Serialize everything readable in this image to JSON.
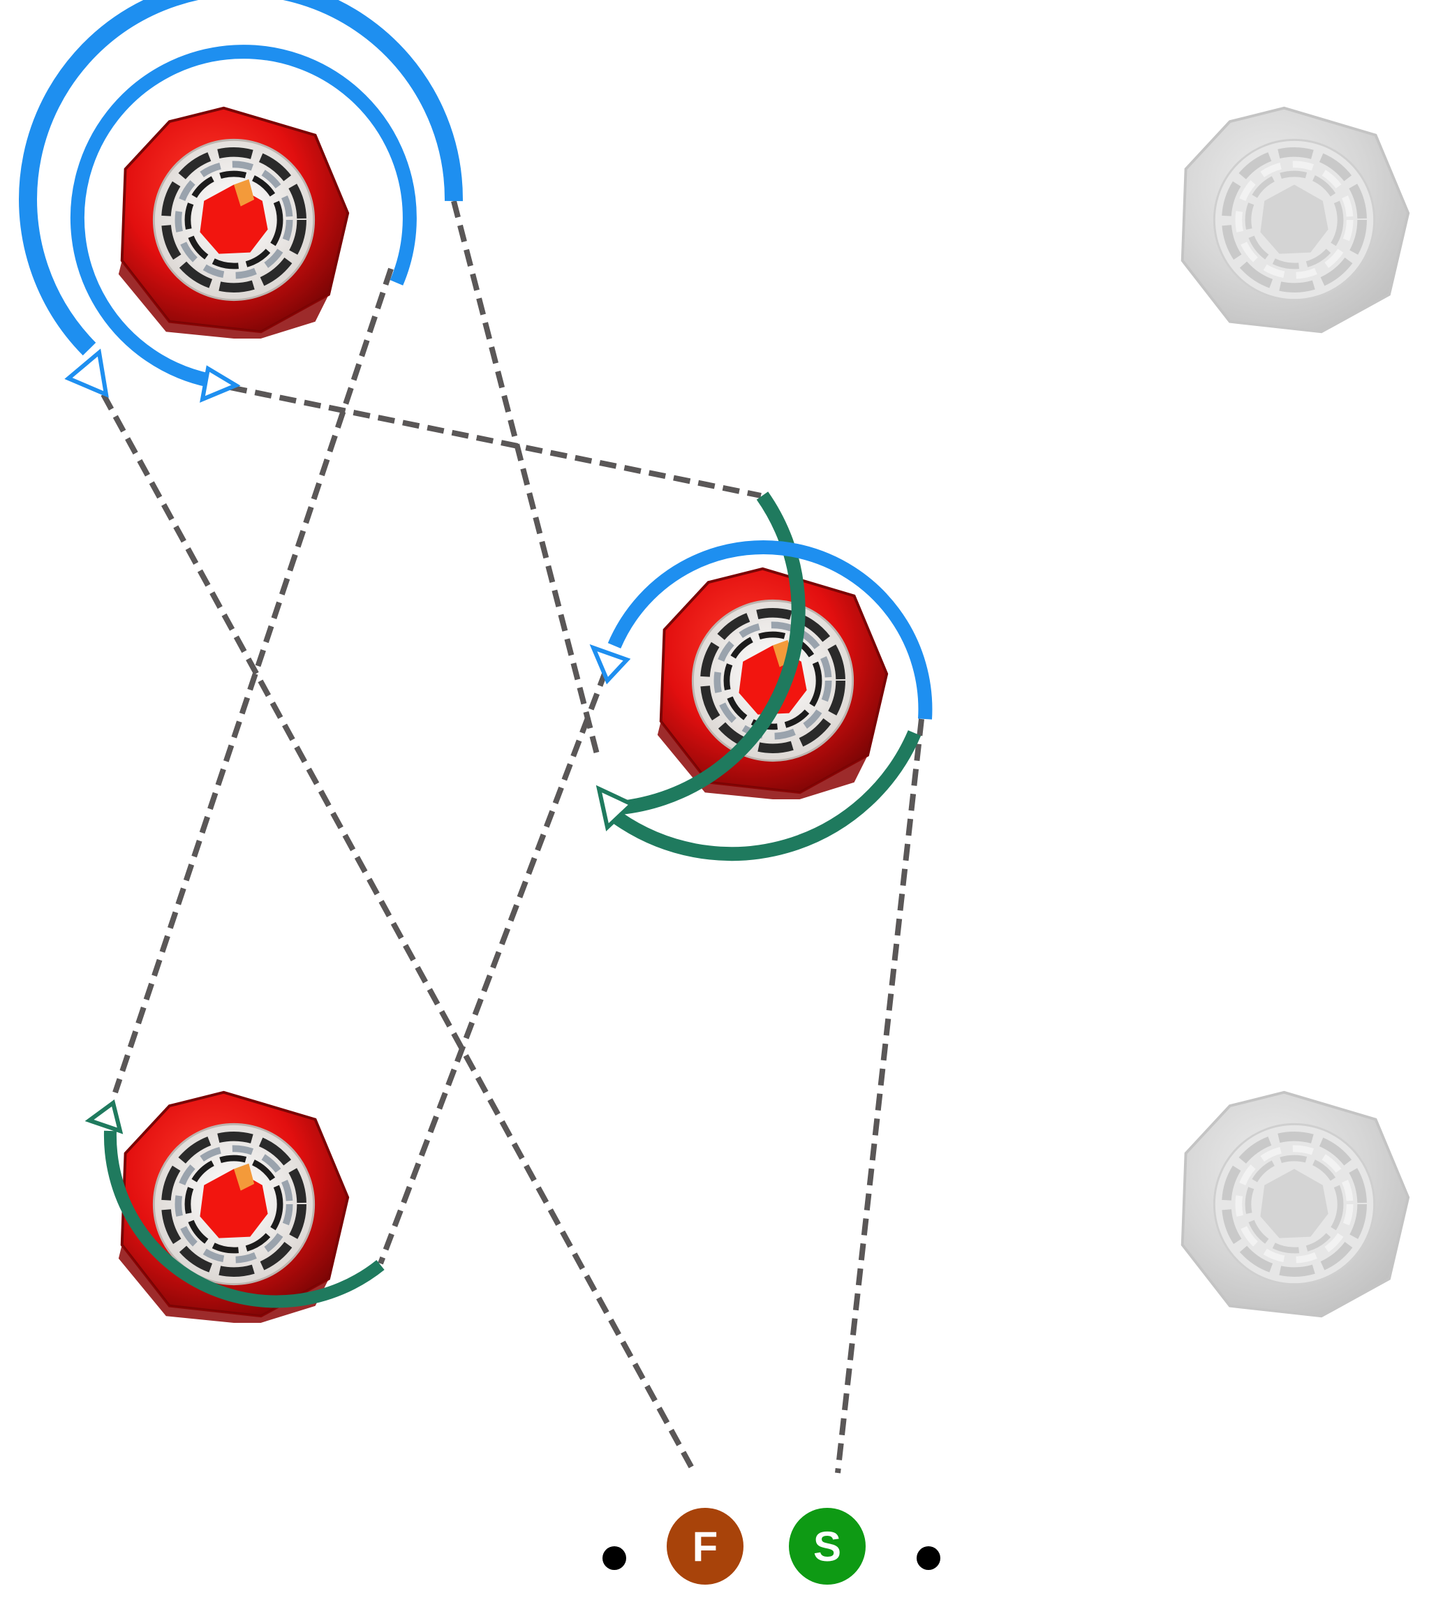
{
  "colors": {
    "background": "#ffffff",
    "blue": "#1e8ff0",
    "green": "#1f7a5e",
    "dash": "#5a5757",
    "peg_red": "#e80c0c",
    "peg_dark_red": "#8c0606",
    "peg_inactive": "#d7d7d7",
    "terminal_f": "#a8430a",
    "terminal_s": "#0e9a14",
    "terminal_dot": "#000000"
  },
  "pegs": [
    {
      "name": "peg-top-left",
      "state": "active"
    },
    {
      "name": "peg-middle",
      "state": "active"
    },
    {
      "name": "peg-bottom-left",
      "state": "active"
    },
    {
      "name": "peg-top-right",
      "state": "inactive"
    },
    {
      "name": "peg-bottom-right",
      "state": "inactive"
    }
  ],
  "terminals": [
    {
      "name": "terminal-f",
      "label": "F",
      "color": "#a8430a"
    },
    {
      "name": "terminal-s",
      "label": "S",
      "color": "#0e9a14"
    }
  ],
  "icons": {
    "peg": "octagon-peg-icon",
    "arrow": "hollow-triangle-arrowhead-icon",
    "terminal": "circle-badge-icon",
    "dot": "black-dot-icon"
  }
}
